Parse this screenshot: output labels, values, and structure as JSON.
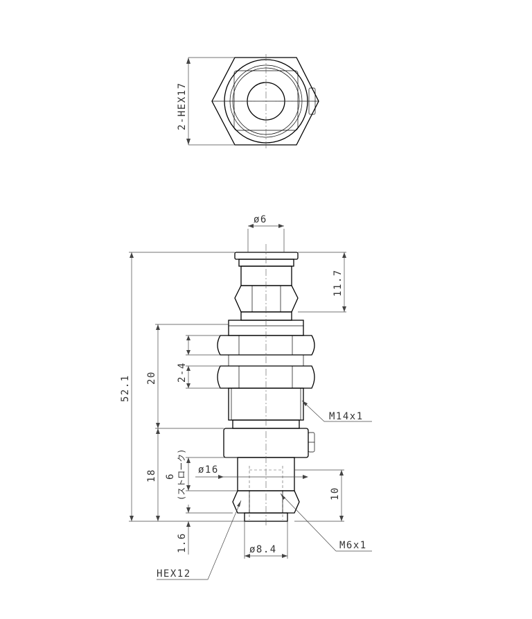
{
  "labels": {
    "hex_top": "2-HEX17",
    "dia_6": "ø6",
    "len_117": "11.7",
    "total_521": "52.1",
    "len_20": "20",
    "len_2_4": "2-4",
    "thread_m14": "M14x1",
    "len_18": "18",
    "stroke_6": "6",
    "stroke_word": "(ストローク)",
    "dia_16": "ø16",
    "len_10": "10",
    "len_16": "1.6",
    "dia_84": "ø8.4",
    "thread_m6": "M6x1",
    "hex_12": "HEX12"
  }
}
